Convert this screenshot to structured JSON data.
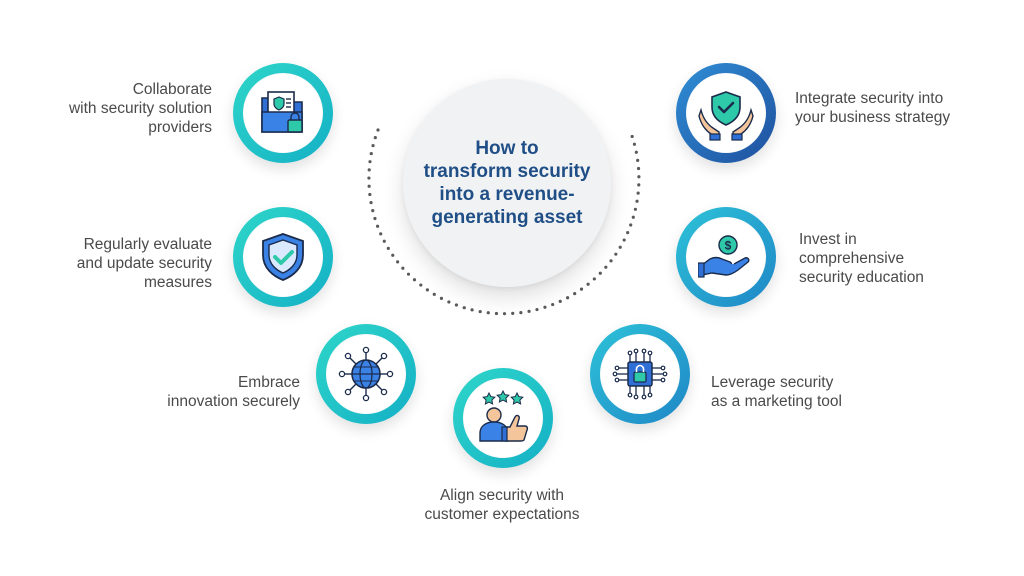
{
  "center": {
    "title_lines": [
      "How to",
      "transform security",
      "into a revenue-",
      "generating asset"
    ]
  },
  "items": [
    {
      "lines": [
        "Collaborate",
        "with security solution",
        "providers"
      ],
      "icon": "security-folder-icon"
    },
    {
      "lines": [
        "Regularly evaluate",
        "and update security",
        "measures"
      ],
      "icon": "shield-check-icon"
    },
    {
      "lines": [
        "Embrace",
        "innovation securely"
      ],
      "icon": "globe-network-icon"
    },
    {
      "lines": [
        "Align security with",
        "customer expectations"
      ],
      "icon": "customer-rating-icon"
    },
    {
      "lines": [
        "Leverage security",
        "as a marketing tool"
      ],
      "icon": "lock-chip-icon"
    },
    {
      "lines": [
        "Invest in",
        "comprehensive",
        "security education"
      ],
      "icon": "hand-coin-icon"
    },
    {
      "lines": [
        "Integrate security into",
        "your business strategy"
      ],
      "icon": "hands-shield-icon"
    }
  ],
  "colors": {
    "title": "#1f4f86",
    "teal": "#20c4c6",
    "blue": "#1f5fa8",
    "text": "#4a4a4a"
  }
}
